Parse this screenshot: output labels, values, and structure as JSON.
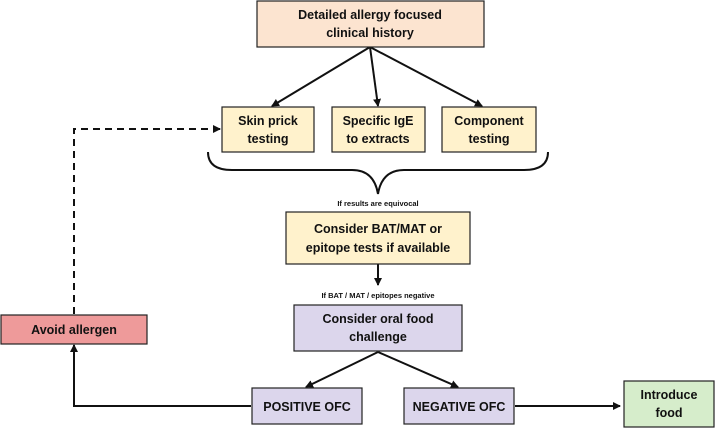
{
  "colors": {
    "peach": "#FCE4D0",
    "yellow": "#FFF2CC",
    "lavender": "#DCD6EC",
    "red": "#EE9A9A",
    "green": "#D6EDCB"
  },
  "nodes": {
    "history": {
      "line1": "Detailed allergy focused",
      "line2": "clinical history"
    },
    "skin_prick": {
      "line1": "Skin prick",
      "line2": "testing"
    },
    "specific_ige": {
      "line1": "Specific IgE",
      "line2": "to extracts"
    },
    "component": {
      "line1": "Component",
      "line2": "testing"
    },
    "bat_mat": {
      "line1": "Consider BAT/MAT or",
      "line2": "epitope  tests if available"
    },
    "ofc": {
      "line1": "Consider oral food",
      "line2": "challenge"
    },
    "positive": {
      "label": "POSITIVE OFC"
    },
    "negative": {
      "label": "NEGATIVE OFC"
    },
    "avoid": {
      "label": "Avoid allergen"
    },
    "introduce": {
      "line1": "Introduce",
      "line2": "food"
    }
  },
  "labels": {
    "equivocal": "If results are equivocal",
    "bat_negative": "If BAT / MAT / epitopes negative"
  }
}
